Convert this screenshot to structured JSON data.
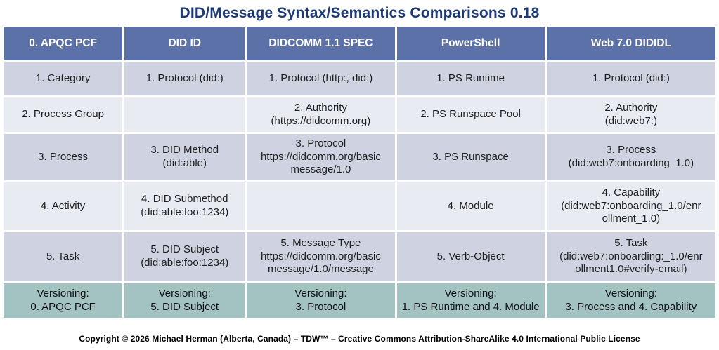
{
  "title": "DID/Message Syntax/Semantics Comparisons 0.18",
  "footer": "Copyright © 2026 Michael Herman (Alberta, Canada) – TDW™ – Creative Commons Attribution-ShareAlike 4.0 International Public License",
  "colors": {
    "title_navy": "#1b3a78",
    "header_bg": "#5b71a8",
    "header_text": "#ffffff",
    "row_dark": "#cfd3e1",
    "row_light": "#e9ebf3",
    "versioning_bg": "#a3c2c2",
    "cell_text": "#1f1f1f"
  },
  "table": {
    "columns": [
      "0. APQC PCF",
      "DID ID",
      "DIDCOMM 1.1 SPEC",
      "PowerShell",
      "Web 7.0 DIDIDL"
    ],
    "rows": [
      {
        "cells": [
          "1. Category",
          "1. Protocol (did:)",
          "1. Protocol (http:, did:)",
          "1. PS Runtime",
          "1. Protocol (did:)"
        ]
      },
      {
        "cells": [
          "2. Process Group",
          "",
          "2. Authority\n(https://didcomm.org)",
          "2. PS Runspace Pool",
          "2.  Authority\n(did:web7:)"
        ]
      },
      {
        "cells": [
          "3. Process",
          "3. DID Method\n(did:able)",
          "3. Protocol\nhttps://didcomm.org/basic\nmessage/1.0",
          "3. PS Runspace",
          "3. Process\n(did:web7:onboarding_1.0)"
        ]
      },
      {
        "cells": [
          "4. Activity",
          "4. DID Submethod\n(did:able:foo:1234)",
          "",
          "4. Module",
          "4. Capability\n(did:web7:onboarding_1.0/enr\nollment_1.0)"
        ]
      },
      {
        "cells": [
          "5. Task",
          "5. DID Subject\n(did:able:foo:1234)",
          "5. Message Type\nhttps://didcomm.org/basic\nmessage/1.0/message",
          "5.  Verb-Object",
          "5. Task\n(did:web7:onboarding:_1.0/enr\nollment1.0#verify-email)"
        ]
      },
      {
        "cells": [
          "Versioning:\n0. APQC PCF",
          "Versioning:\n5. DID Subject",
          "Versioning:\n3. Protocol",
          "Versioning:\n1. PS Runtime and 4. Module",
          "Versioning:\n3. Process and 4. Capability"
        ]
      }
    ]
  }
}
